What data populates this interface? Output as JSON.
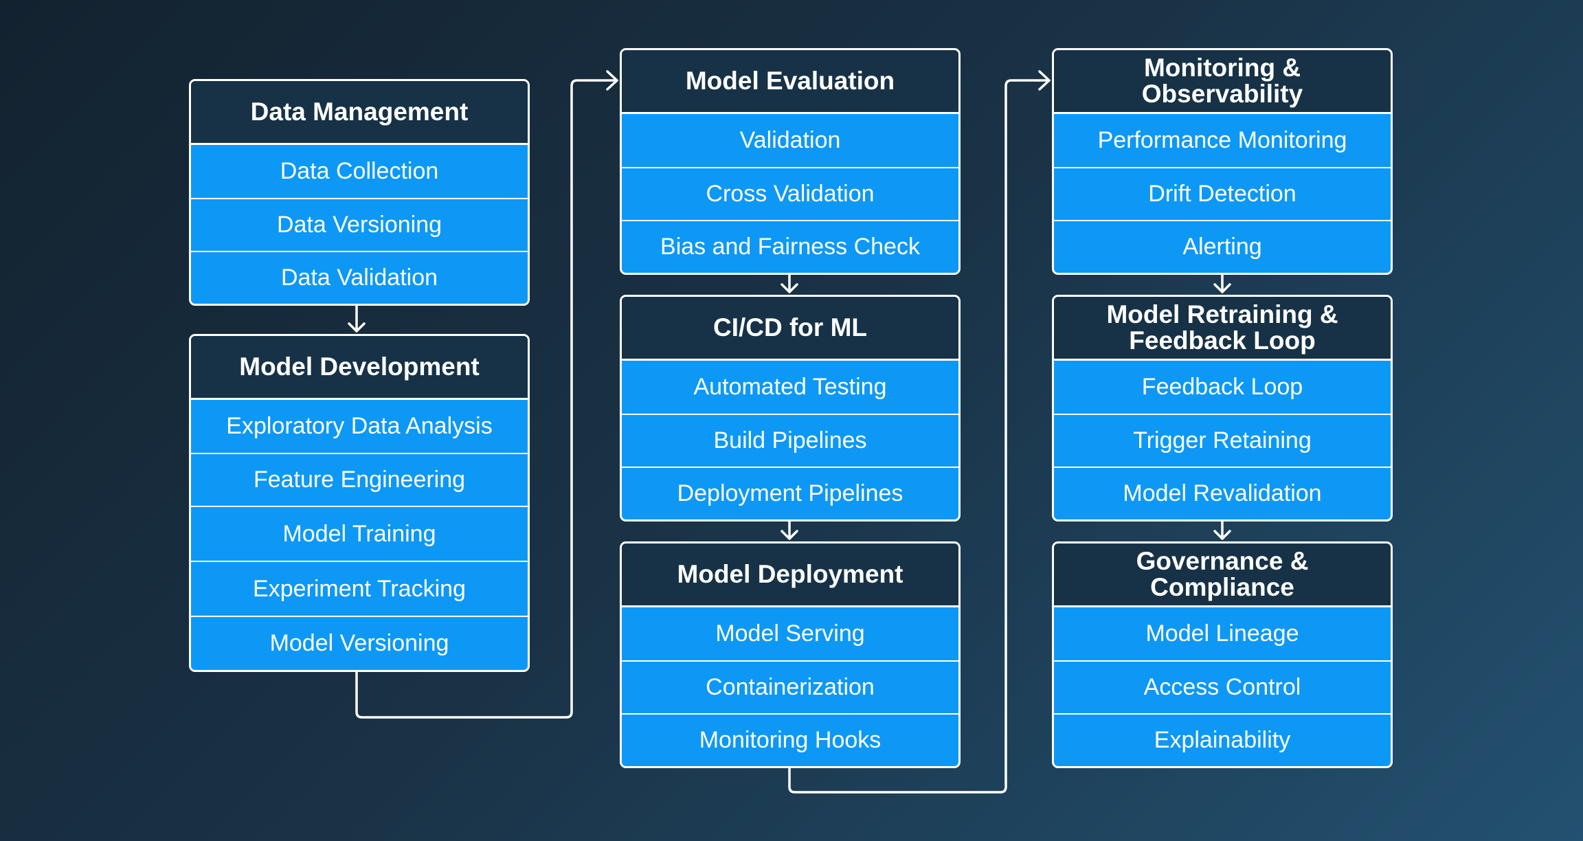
{
  "stages": [
    {
      "id": "data-management",
      "title": "Data Management",
      "items": [
        "Data Collection",
        "Data Versioning",
        "Data Validation"
      ]
    },
    {
      "id": "model-development",
      "title": "Model Development",
      "items": [
        "Exploratory Data Analysis",
        "Feature Engineering",
        "Model Training",
        "Experiment Tracking",
        "Model Versioning"
      ]
    },
    {
      "id": "model-evaluation",
      "title": "Model Evaluation",
      "items": [
        "Validation",
        "Cross Validation",
        "Bias and Fairness Check"
      ]
    },
    {
      "id": "ci-cd-for-ml",
      "title": "CI/CD for ML",
      "items": [
        "Automated Testing",
        "Build Pipelines",
        "Deployment Pipelines"
      ]
    },
    {
      "id": "model-deployment",
      "title": "Model Deployment",
      "items": [
        "Model Serving",
        "Containerization",
        "Monitoring Hooks"
      ]
    },
    {
      "id": "monitoring-observability",
      "title": "Monitoring &\nObservability",
      "items": [
        "Performance Monitoring",
        "Drift Detection",
        "Alerting"
      ]
    },
    {
      "id": "model-retraining-feedback-loop",
      "title": "Model Retraining &\nFeedback Loop",
      "items": [
        "Feedback Loop",
        "Trigger Retaining",
        "Model Revalidation"
      ]
    },
    {
      "id": "governance-compliance",
      "title": "Governance &\nCompliance",
      "items": [
        "Model Lineage",
        "Access Control",
        "Explainability"
      ]
    }
  ],
  "colors": {
    "header": "#173246",
    "item": "#0d98f5",
    "border": "#ffffff",
    "background_start": "#13222f",
    "background_end": "#235170"
  }
}
